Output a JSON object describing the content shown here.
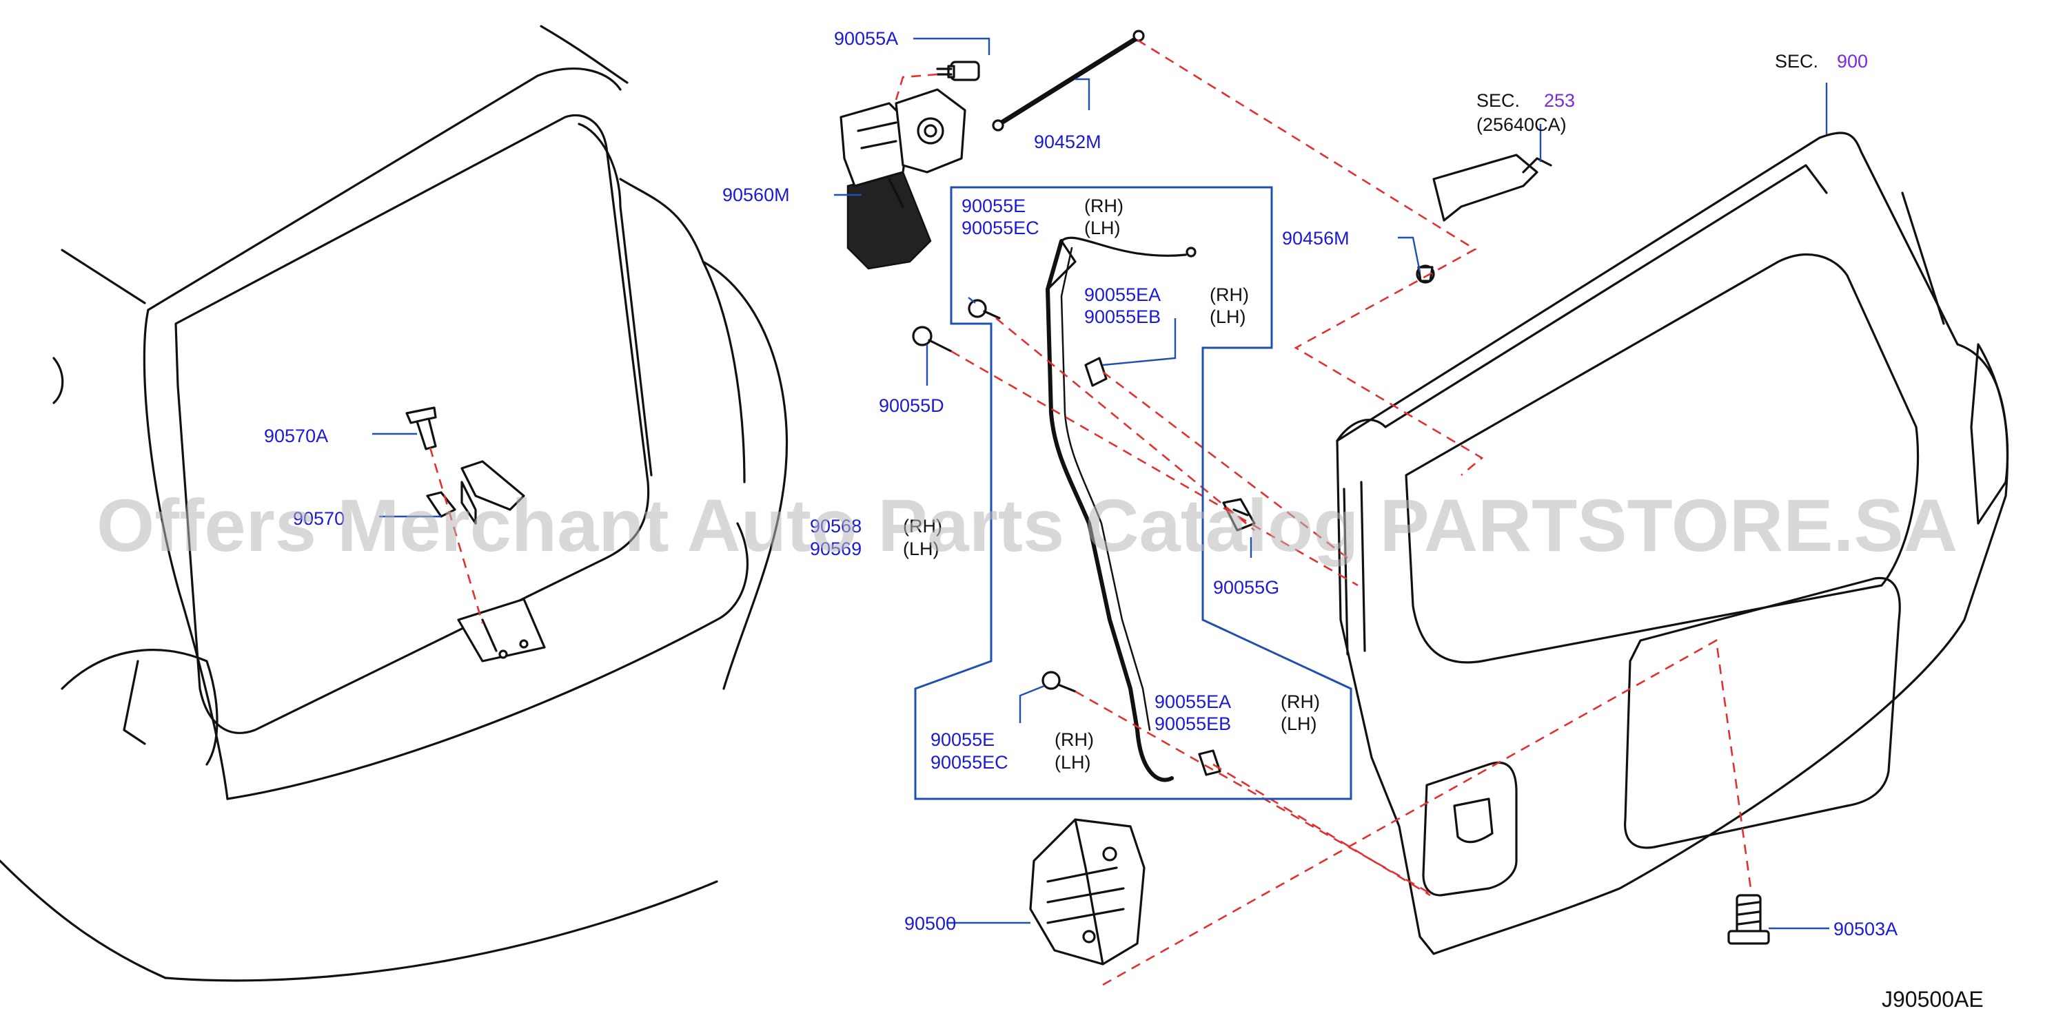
{
  "diagram_code": "J90500AE",
  "watermark": "Offers Merchant Auto Parts Catalog PARTSTORE.SA",
  "sections": [
    {
      "prefix": "SEC.",
      "number": "900"
    },
    {
      "prefix": "SEC.",
      "number": "253",
      "sub": "(25640CA)"
    }
  ],
  "labels": {
    "p90055A": "90055A",
    "p90452M": "90452M",
    "p90560M": "90560M",
    "p90456M": "90456M",
    "p90055E_top": "90055E",
    "p90055EC_top": "90055EC",
    "rh_top": "(RH)",
    "lh_top": "(LH)",
    "p90055EA_top": "90055EA",
    "p90055EB_top": "90055EB",
    "rh_top2": "(RH)",
    "lh_top2": "(LH)",
    "p90055D": "90055D",
    "p90570A": "90570A",
    "p90570": "90570",
    "p9056x_a": "90568",
    "p9056x_b": "90569",
    "rh_mid": "(RH)",
    "lh_mid": "(LH)",
    "p90055G": "90055G",
    "p90055EA_bot": "90055EA",
    "p90055EB_bot": "90055EB",
    "rh_bot2": "(RH)",
    "lh_bot2": "(LH)",
    "p90055E_bot": "90055E",
    "p90055EC_bot": "90055EC",
    "rh_bot": "(RH)",
    "lh_bot": "(LH)",
    "p90500": "90500",
    "p90503A": "90503A"
  },
  "colors": {
    "label": "#1a1ad6",
    "leader": "#1f4fb0",
    "dash": "#e23030",
    "section": "#7a2ad9"
  }
}
